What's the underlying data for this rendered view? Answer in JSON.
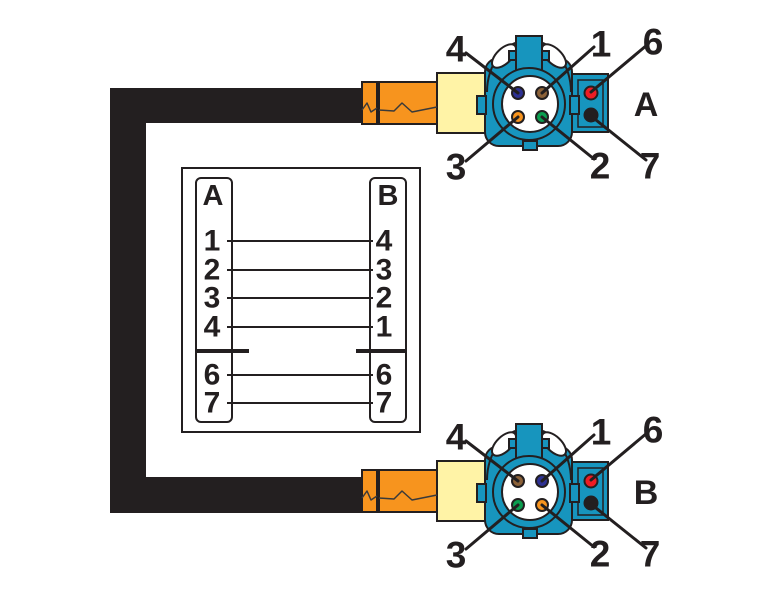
{
  "palette": {
    "connector_teal": "#1795BE",
    "boot_orange": "#F7941E",
    "collar_yellow": "#FFF3A6",
    "cable_black": "#231F20",
    "face_white": "#FFFFFF",
    "pin_blue": "#2E3192",
    "pin_brown": "#8C6239",
    "pin_orange": "#F7941E",
    "pin_green": "#0A9E4F",
    "pin_red": "#ED1C24",
    "pin_black": "#231F20"
  },
  "connectors": {
    "a": {
      "name_label": "A",
      "labels": {
        "top_left": "4",
        "top_right": "1",
        "block_top": "6",
        "bottom_left": "3",
        "bottom_right": "2",
        "block_bottom": "7"
      },
      "pins": {
        "top_left": "#2E3192",
        "top_right": "#8C6239",
        "bottom_left": "#F7941E",
        "bottom_right": "#0A9E4F",
        "block_top": "#ED1C24",
        "block_bottom": "#231F20"
      }
    },
    "b": {
      "name_label": "B",
      "labels": {
        "top_left": "4",
        "top_right": "1",
        "block_top": "6",
        "bottom_left": "3",
        "bottom_right": "2",
        "block_bottom": "7"
      },
      "pins": {
        "top_left": "#8C6239",
        "top_right": "#2E3192",
        "bottom_left": "#0A9E4F",
        "bottom_right": "#F7941E",
        "block_top": "#ED1C24",
        "block_bottom": "#231F20"
      }
    }
  },
  "wiring_table": {
    "left_header": "A",
    "right_header": "B",
    "rows": [
      {
        "left": "1",
        "right": "4"
      },
      {
        "left": "2",
        "right": "3"
      },
      {
        "left": "3",
        "right": "2"
      },
      {
        "left": "4",
        "right": "1"
      },
      {
        "left": "6",
        "right": "6"
      },
      {
        "left": "7",
        "right": "7"
      }
    ]
  }
}
